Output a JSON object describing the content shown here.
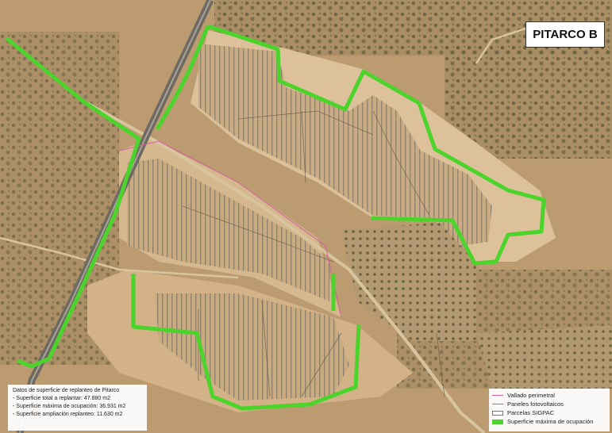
{
  "title": "PITARCO B",
  "stats": {
    "heading": "Datos de superficie de replanteo de Pitarco",
    "lines": [
      "- Superficie total a replantar: 47.880 m2",
      "- Superficie máxima de ocupación: 36.931 m2",
      "- Superficie ampliación replanteo: 11.630 m2"
    ]
  },
  "legend": [
    {
      "label": "Vallado perimetral",
      "kind": "line",
      "color": "#d060a0"
    },
    {
      "label": "Paneles fotovoltaicos",
      "kind": "line",
      "color": "#888888"
    },
    {
      "label": "Parcelas SIGPAC",
      "kind": "box",
      "color": "#777777"
    },
    {
      "label": "Superficie máxima de ocupación",
      "kind": "fill",
      "color": "#4cd42c"
    }
  ],
  "colors": {
    "occupation_outline": "#4cd42c",
    "fence": "#d060a0",
    "panels": "#8a7d6a",
    "terrain": "#c9a57a"
  }
}
